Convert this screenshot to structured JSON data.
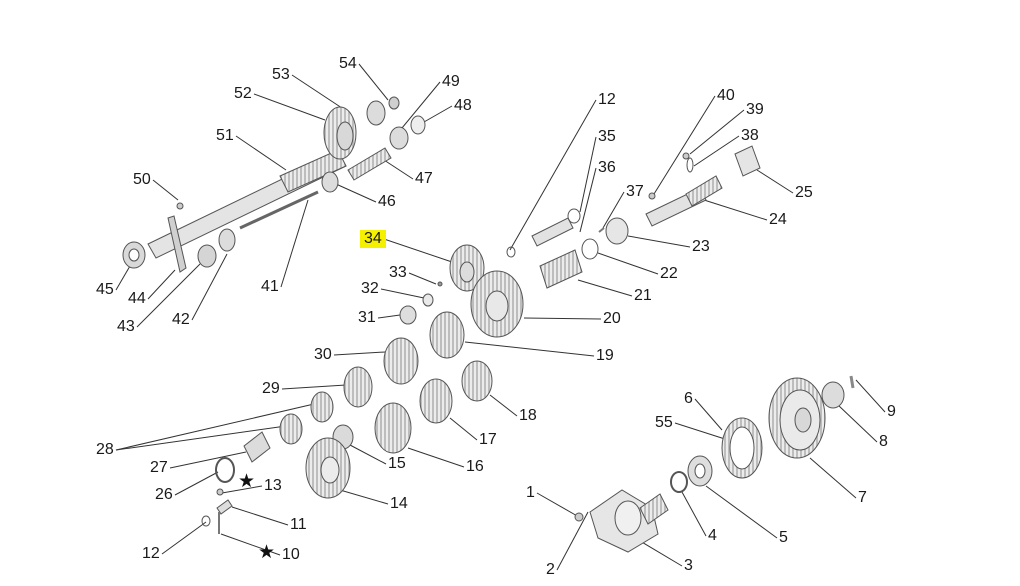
{
  "diagram": {
    "highlight_color": "#f5f000",
    "line_color": "#333333",
    "part_color": "#e2e2e2",
    "star_glyph": "★",
    "highlighted_callout": "34",
    "callouts": [
      "1",
      "2",
      "3",
      "4",
      "5",
      "6",
      "7",
      "8",
      "9",
      "10",
      "11",
      "12",
      "13",
      "14",
      "15",
      "16",
      "17",
      "18",
      "19",
      "20",
      "21",
      "22",
      "23",
      "24",
      "25",
      "26",
      "27",
      "28",
      "29",
      "30",
      "31",
      "32",
      "33",
      "34",
      "35",
      "36",
      "37",
      "38",
      "39",
      "40",
      "41",
      "42",
      "43",
      "44",
      "45",
      "46",
      "47",
      "48",
      "49",
      "50",
      "51",
      "52",
      "53",
      "54",
      "55",
      "12"
    ],
    "starred_callouts": [
      "13",
      "10"
    ]
  }
}
